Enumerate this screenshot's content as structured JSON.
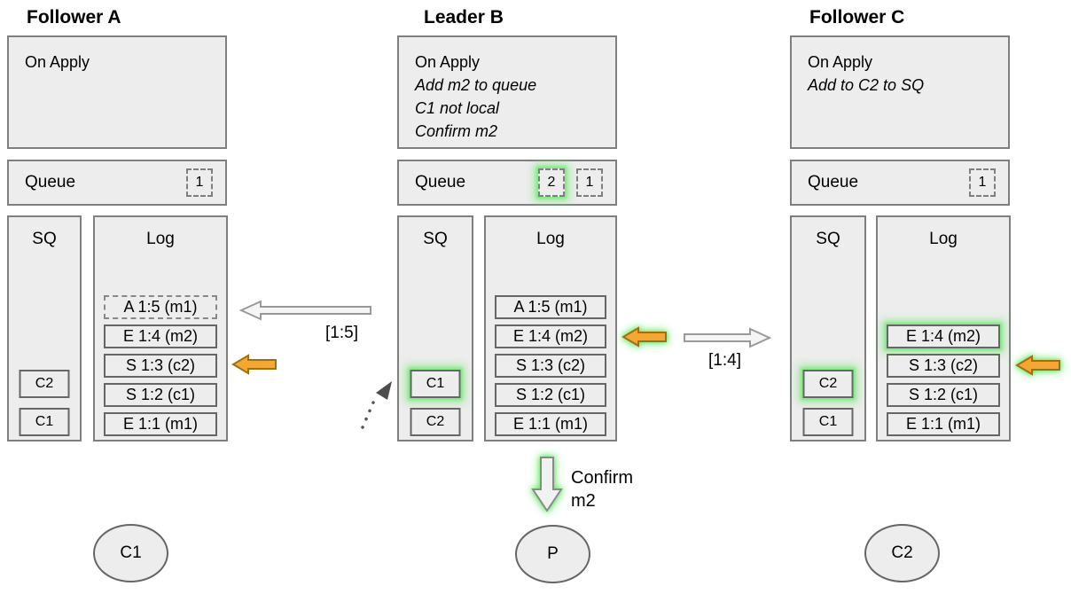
{
  "nodes": [
    {
      "title": "Follower A",
      "on_apply": {
        "title": "On Apply",
        "lines": []
      },
      "queue": {
        "label": "Queue",
        "slots": [
          {
            "value": "1",
            "highlight": false
          }
        ]
      },
      "sq": {
        "label": "SQ",
        "items": [
          {
            "value": "C2",
            "highlight": false
          },
          {
            "value": "C1",
            "highlight": false
          }
        ]
      },
      "log": {
        "label": "Log",
        "entries": [
          {
            "text": "A 1:5 (m1)",
            "border": "dashed",
            "highlight": false
          },
          {
            "text": "E 1:4 (m2)",
            "border": "solid",
            "highlight": false
          },
          {
            "text": "S 1:3 (c2)",
            "border": "solid",
            "highlight": false
          },
          {
            "text": "S 1:2 (c1)",
            "border": "solid",
            "highlight": false
          },
          {
            "text": "E 1:1 (m1)",
            "border": "solid",
            "highlight": false
          }
        ]
      }
    },
    {
      "title": "Leader B",
      "on_apply": {
        "title": "On Apply",
        "lines": [
          "Add m2 to queue",
          "C1 not local",
          "Confirm m2"
        ]
      },
      "queue": {
        "label": "Queue",
        "slots": [
          {
            "value": "2",
            "highlight": true
          },
          {
            "value": "1",
            "highlight": false
          }
        ]
      },
      "sq": {
        "label": "SQ",
        "items": [
          {
            "value": "C1",
            "highlight": true
          },
          {
            "value": "C2",
            "highlight": false
          }
        ]
      },
      "log": {
        "label": "Log",
        "entries": [
          {
            "text": "A 1:5 (m1)",
            "border": "solid",
            "highlight": false
          },
          {
            "text": "E 1:4 (m2)",
            "border": "solid",
            "highlight": false
          },
          {
            "text": "S 1:3 (c2)",
            "border": "solid",
            "highlight": false
          },
          {
            "text": "S 1:2 (c1)",
            "border": "solid",
            "highlight": false
          },
          {
            "text": "E 1:1 (m1)",
            "border": "solid",
            "highlight": false
          }
        ]
      }
    },
    {
      "title": "Follower C",
      "on_apply": {
        "title": "On Apply",
        "lines": [
          "Add to C2 to SQ"
        ]
      },
      "queue": {
        "label": "Queue",
        "slots": [
          {
            "value": "1",
            "highlight": false
          }
        ]
      },
      "sq": {
        "label": "SQ",
        "items": [
          {
            "value": "C2",
            "highlight": true
          },
          {
            "value": "C1",
            "highlight": false
          }
        ]
      },
      "log": {
        "label": "Log",
        "entries": [
          {
            "text": "E 1:4 (m2)",
            "border": "solid",
            "highlight": true
          },
          {
            "text": "S 1:3 (c2)",
            "border": "solid",
            "highlight": false
          },
          {
            "text": "S 1:2 (c1)",
            "border": "solid",
            "highlight": false
          },
          {
            "text": "E 1:1 (m1)",
            "border": "solid",
            "highlight": false
          }
        ]
      }
    }
  ],
  "arrows": {
    "replicate_to_a_label": "[1:5]",
    "replicate_to_c_label": "[1:4]",
    "confirm_label": "Confirm\nm2"
  },
  "clients": [
    {
      "label": "C1"
    },
    {
      "label": "P"
    },
    {
      "label": "C2"
    }
  ],
  "colors": {
    "highlight_green": "#6ee86e",
    "arrow_orange": "#f5a733",
    "box_fill": "#ededed",
    "box_border": "#7f7f7f"
  }
}
